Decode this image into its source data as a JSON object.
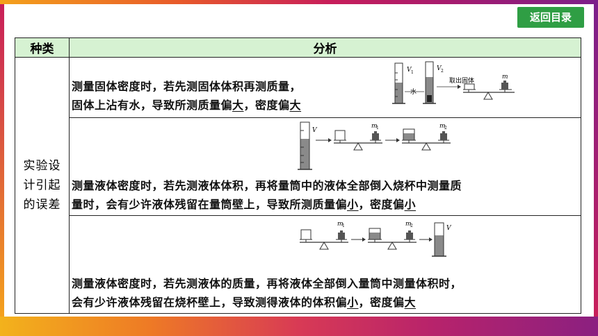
{
  "nav": {
    "back_label": "返回目录"
  },
  "table": {
    "headers": {
      "category": "种类",
      "analysis": "分析"
    },
    "category": [
      "实验设",
      "计引起",
      "的误差"
    ],
    "rows": [
      {
        "line1": "测量固体密度时，若先测固体体积再测质量，",
        "line2_a": "固体上沾有水，导致所测质量偏",
        "line2_b": "大",
        "line2_c": "，密度偏",
        "line2_d": "大",
        "figure": {
          "v1": "V",
          "v1_sub": "1",
          "v2": "V",
          "v2_sub": "2",
          "water": "水",
          "take_out": "取出固体",
          "m": "m"
        }
      },
      {
        "line1": "测量液体密度时，若先测液体体积，再将量筒中的液体全部倒入烧杯中测量质",
        "line2_a": "量时，会有少许液体残留在量筒壁上，导致所测质量偏",
        "line2_b": "小",
        "line2_c": "，密度偏",
        "line2_d": "小",
        "figure": {
          "v": "V",
          "m1": "m",
          "m1_sub": "1",
          "m2": "m",
          "m2_sub": "2"
        }
      },
      {
        "line1": "测量液体密度时，若先测液体的质量，再将液体全部倒入量筒中测量体积时，",
        "line2_a": "会有少许液体残留在烧杯壁上，导致测得液体的体积偏",
        "line2_b": "小",
        "line2_c": "，密度偏",
        "line2_d": "大",
        "figure": {
          "m1": "m",
          "m1_sub": "1",
          "m2": "m",
          "m2_sub": "2",
          "v": "V"
        }
      }
    ]
  },
  "colors": {
    "header_bg": "#d6f2d2",
    "button_bg": "#2f9e44"
  }
}
